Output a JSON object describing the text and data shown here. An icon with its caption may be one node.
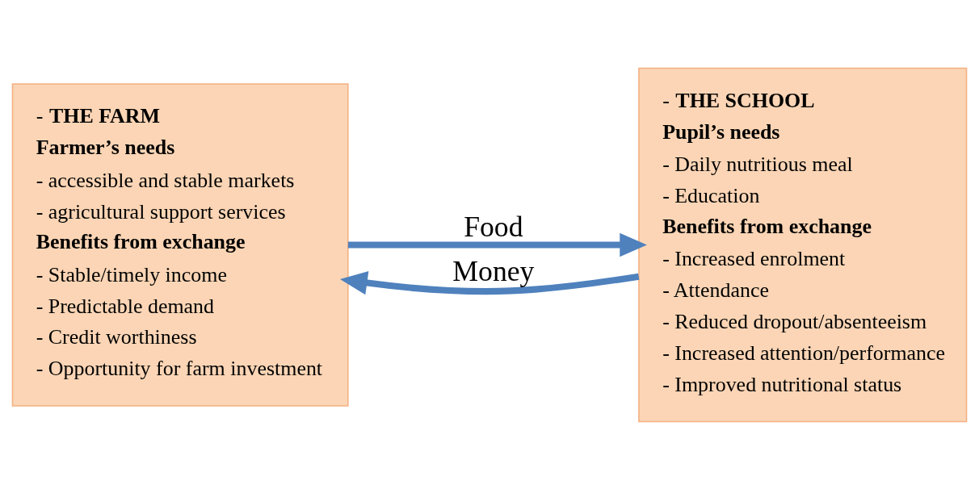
{
  "diagram": {
    "nodes": [
      {
        "text": [
          "- **THE FARM**",
          "Farmer’s needs",
          "- accessible and stable markets",
          "- agricultural support services",
          "Benefits from exchange",
          "- Stable/timely income",
          "- Predictable demand",
          "- Credit worthiness",
          "- Opportunity for farm investment"
        ]
      },
      {
        "text": [
          "- **THE SCHOOL**",
          "Pupil’s needs",
          "- Daily nutritious meal",
          "- Education",
          "Benefits from exchange",
          "- Increased enrolment",
          "- Attendance",
          "- Reduced dropout/absenteeism",
          "- Increased attention/performance",
          "- Improved nutritional status"
        ]
      }
    ],
    "edges": [
      {
        "from": 0,
        "to": 1,
        "arrow": "to",
        "label": "Food"
      },
      {
        "from": 1,
        "to": 0,
        "arrow": "to",
        "label": "Money"
      }
    ]
  }
}
